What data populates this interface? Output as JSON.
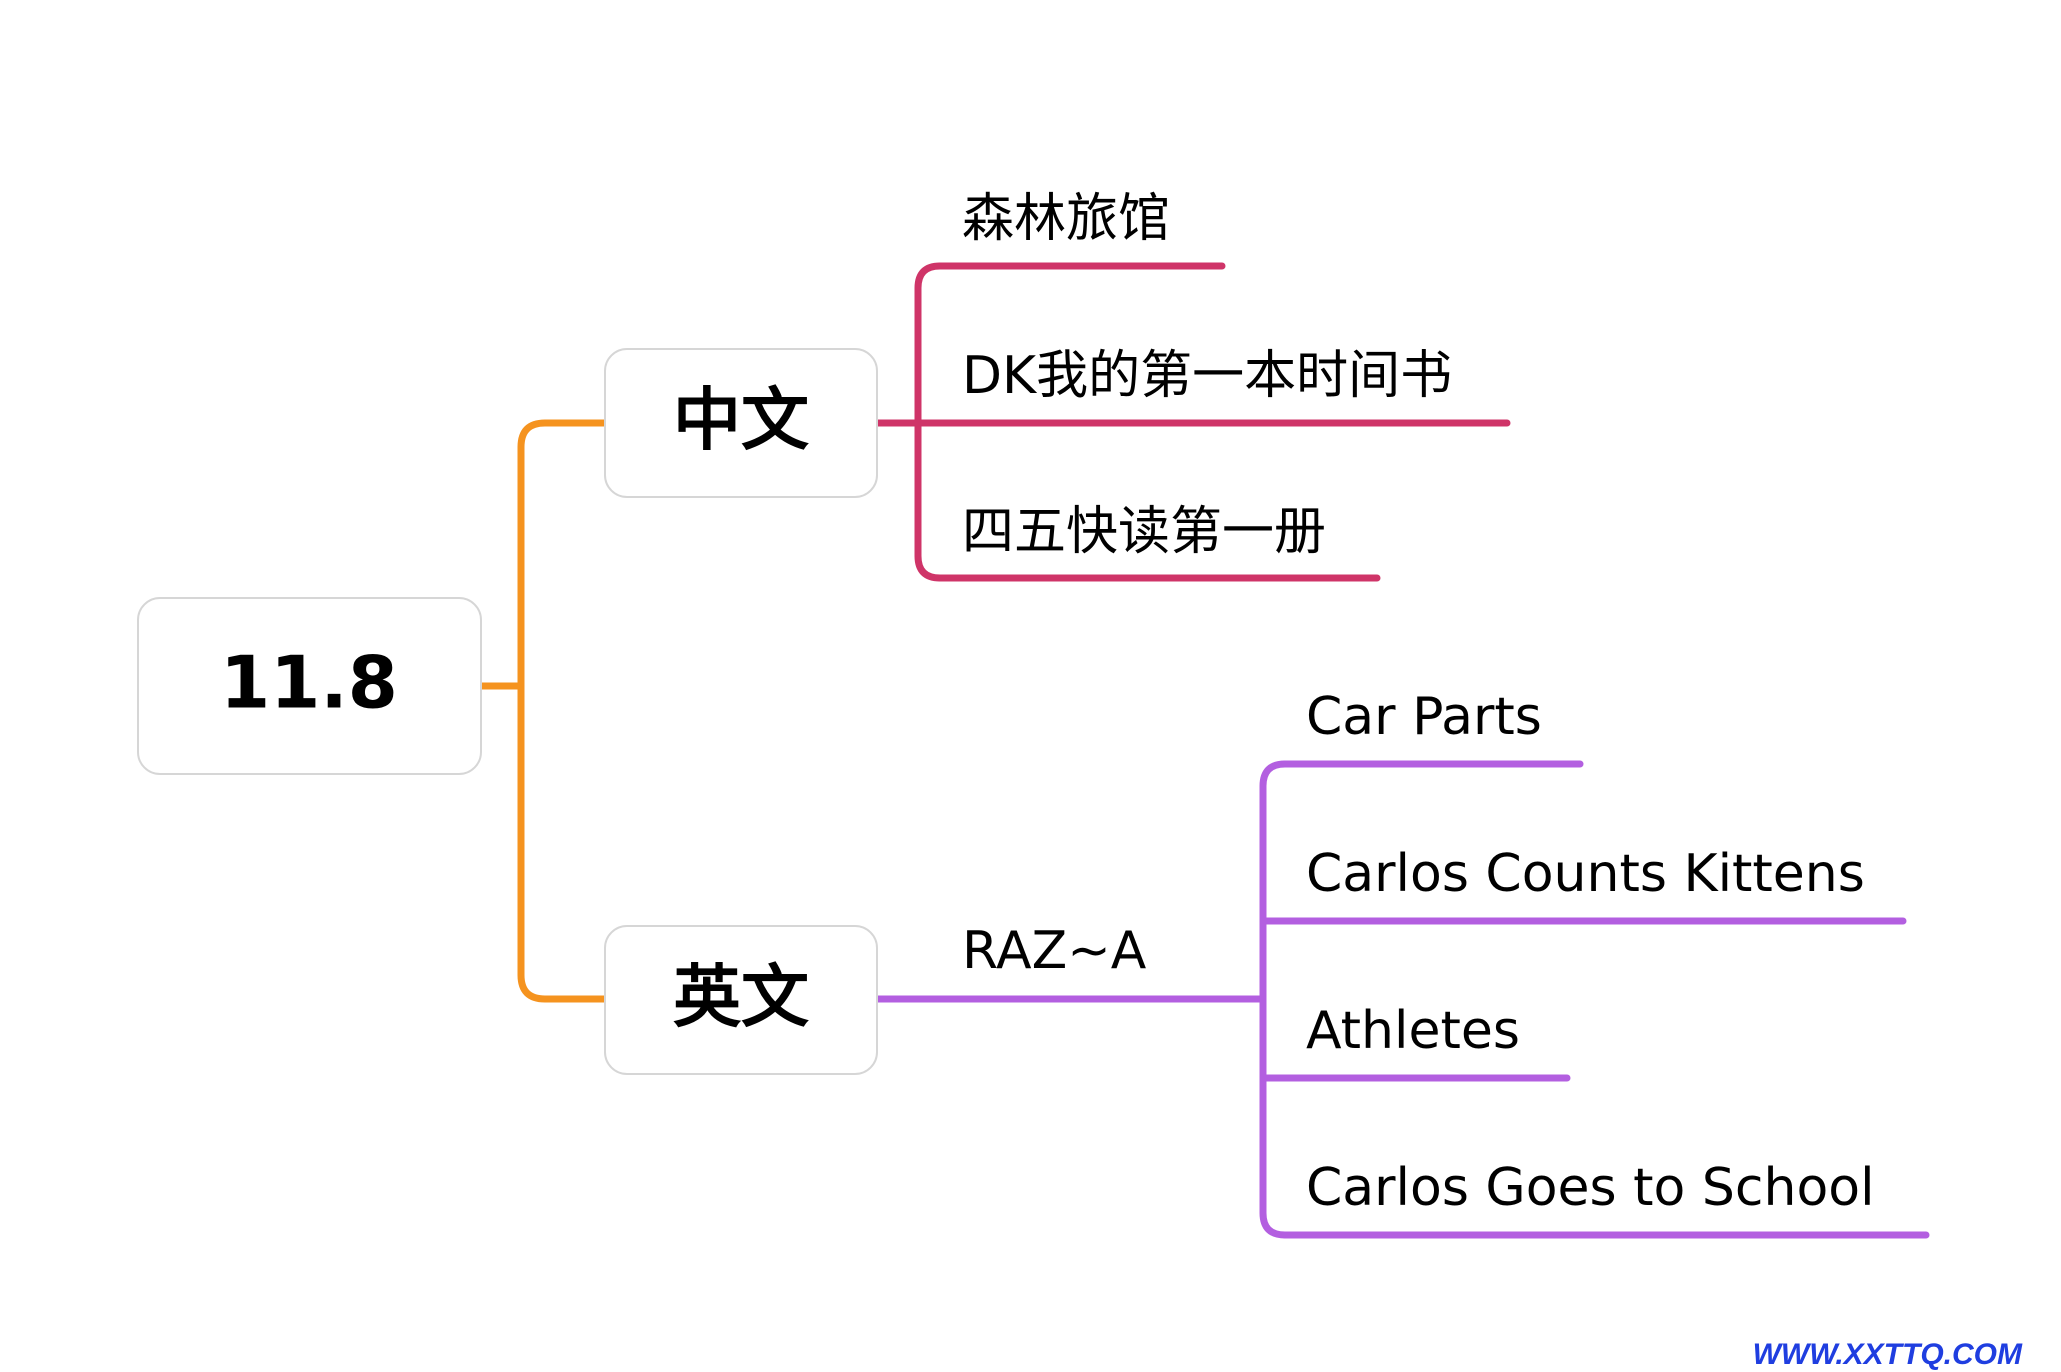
{
  "root": {
    "label": "11.8"
  },
  "branches": [
    {
      "id": "chinese",
      "label": "中文",
      "color": "#cf3468",
      "leaves": [
        "森林旅馆",
        "DK我的第一本时间书",
        "四五快读第一册"
      ]
    },
    {
      "id": "english",
      "label": "英文",
      "color": "#b35fe0",
      "sub_label": "RAZ~A",
      "leaves": [
        "Car Parts",
        "Carlos Counts Kittens",
        "Athletes",
        "Carlos Goes to School"
      ]
    }
  ],
  "connector_color": "#f5931f",
  "watermark": {
    "text": "WWW.XXTTQ.COM",
    "color": "#1f3ee0"
  }
}
